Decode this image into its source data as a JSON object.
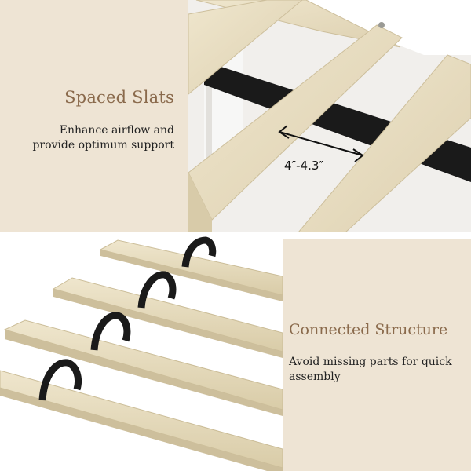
{
  "top_panel": {
    "title": "Spaced Slats",
    "desc_line1": "Enhance airflow and",
    "desc_line2": "provide optimum support",
    "measurement": "4″-4.3″"
  },
  "bottom_panel": {
    "title": "Connected Structure",
    "desc_line1": "Avoid missing parts for quick",
    "desc_line2": "assembly"
  },
  "colors": {
    "panel_bg": "#eee4d4",
    "title": "#8a6a4c",
    "wood": "#e7dcc0",
    "strap": "#1a1a1a"
  }
}
